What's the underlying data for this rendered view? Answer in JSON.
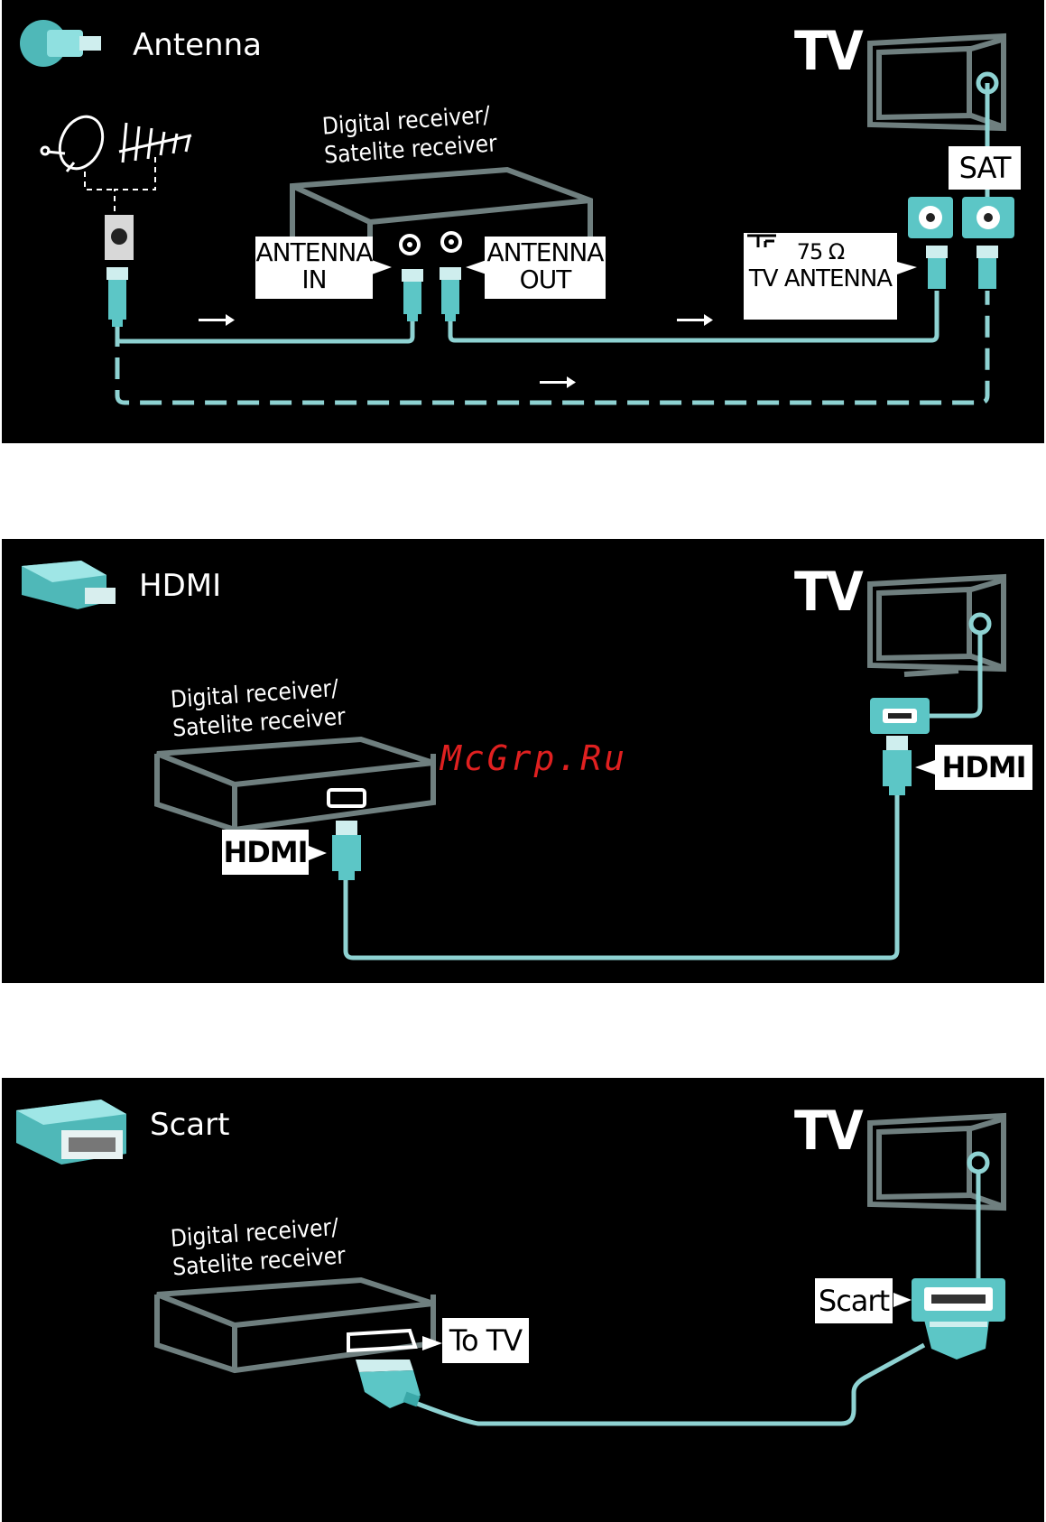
{
  "panels": {
    "antenna": {
      "title": "Antenna",
      "tv_label": "TV",
      "receiver_line1": "Digital receiver/",
      "receiver_line2": "Satelite receiver",
      "antenna_in_line1": "ANTENNA",
      "antenna_in_line2": "IN",
      "antenna_out_line1": "ANTENNA",
      "antenna_out_line2": "OUT",
      "sat_label": "SAT",
      "ohm_label": "75 Ω",
      "tv_antenna_label": "TV ANTENNA"
    },
    "hdmi": {
      "title": "HDMI",
      "tv_label": "TV",
      "receiver_line1": "Digital receiver/",
      "receiver_line2": "Satelite receiver",
      "receiver_port_label": "HDMI",
      "tv_port_label": "HDMI"
    },
    "scart": {
      "title": "Scart",
      "tv_label": "TV",
      "receiver_line1": "Digital receiver/",
      "receiver_line2": "Satelite receiver",
      "receiver_port_label": "To TV",
      "tv_port_label": "Scart"
    }
  },
  "watermark": "McGrp.Ru",
  "colors": {
    "background": "#000000",
    "cable": "#8ed2d2",
    "connector": "#5cc6c6",
    "outline": "#6f7f7f",
    "label_bg": "#ffffff",
    "watermark": "#e02020"
  },
  "icons": [
    "coax-connector-icon",
    "hdmi-connector-icon",
    "scart-connector-icon",
    "tv-icon",
    "satellite-dish-icon",
    "aerial-icon",
    "wall-socket-icon",
    "arrow-right-icon"
  ]
}
